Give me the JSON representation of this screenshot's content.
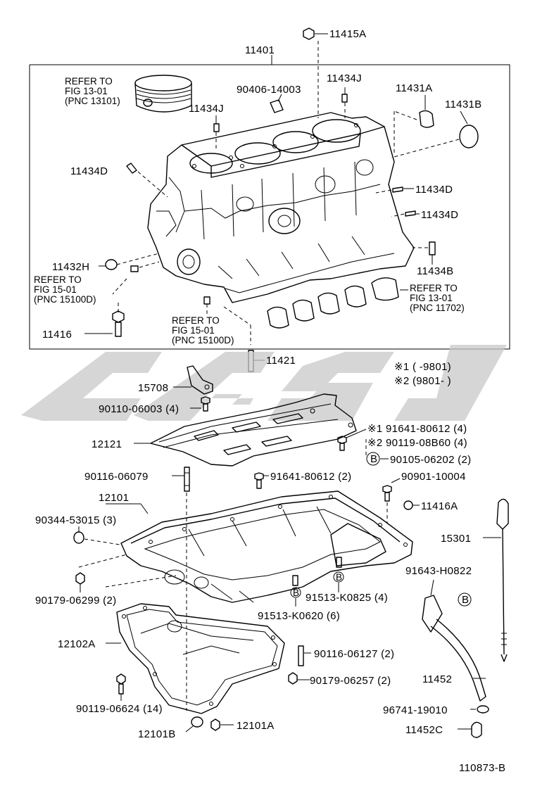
{
  "labels": {
    "block": "11401",
    "bolt_top": "11415A",
    "refer_piston_1": "REFER TO",
    "refer_piston_2": "FIG 13-01",
    "refer_piston_3": "(PNC 13101)",
    "pin_90406": "90406-14003",
    "pin_11434j_a": "11434J",
    "pin_11434j_b": "11434J",
    "plug_11431a": "11431A",
    "plug_11431b": "11431B",
    "pin_11434d_left": "11434D",
    "pin_11434d_right1": "11434D",
    "pin_11434d_right2": "11434D",
    "plug_11432h": "11432H",
    "pin_11434b": "11434B",
    "refer_left_1": "REFER TO",
    "refer_left_2": "FIG 15-01",
    "refer_left_3": "(PNC 15100D)",
    "refer_bearing_1": "REFER TO",
    "refer_bearing_2": "FIG 13-01",
    "refer_bearing_3": "(PNC 11702)",
    "refer_center_1": "REFER TO",
    "refer_center_2": "FIG 15-01",
    "refer_center_3": "(PNC 15100D)",
    "bolt_11416": "11416",
    "stud_11421": "11421",
    "note1": "※1 (       -9801)",
    "note2": "※2 (9801-       )",
    "bracket_15708": "15708",
    "bolt_90110": "90110-06003 (4)",
    "plate_12121": "12121",
    "bolt_91641_n1": "※1 91641-80612 (4)",
    "bolt_90119_n2": "※2 90119-08B60 (4)",
    "bolt_90105": "90105-06202 (2)",
    "stud_90116_06079": "90116-06079",
    "bolt_91641_2": "91641-80612 (2)",
    "bolt_90901": "90901-10004",
    "pan_12101": "12101",
    "plug_90344": "90344-53015 (3)",
    "plug_11416a": "11416A",
    "gauge_15301": "15301",
    "pin_91643": "91643-H0822",
    "nut_90179_06299": "90179-06299 (2)",
    "bolt_91513_k0825": "91513-K0825 (4)",
    "bolt_91513_k0620": "91513-K0620 (6)",
    "pan_12102a": "12102A",
    "stud_90116_06127": "90116-06127 (2)",
    "nut_90179_06257": "90179-06257 (2)",
    "guide_11452": "11452",
    "bolt_90119_06624": "90119-06624 (14)",
    "ring_96741": "96741-19010",
    "plug_12101b": "12101B",
    "plug_12101a": "12101A",
    "plug_11452c": "11452C",
    "circle_b": "B",
    "figure_code": "110873-B"
  },
  "icons": {
    "watermark": "cgsl-watermark-logo"
  }
}
